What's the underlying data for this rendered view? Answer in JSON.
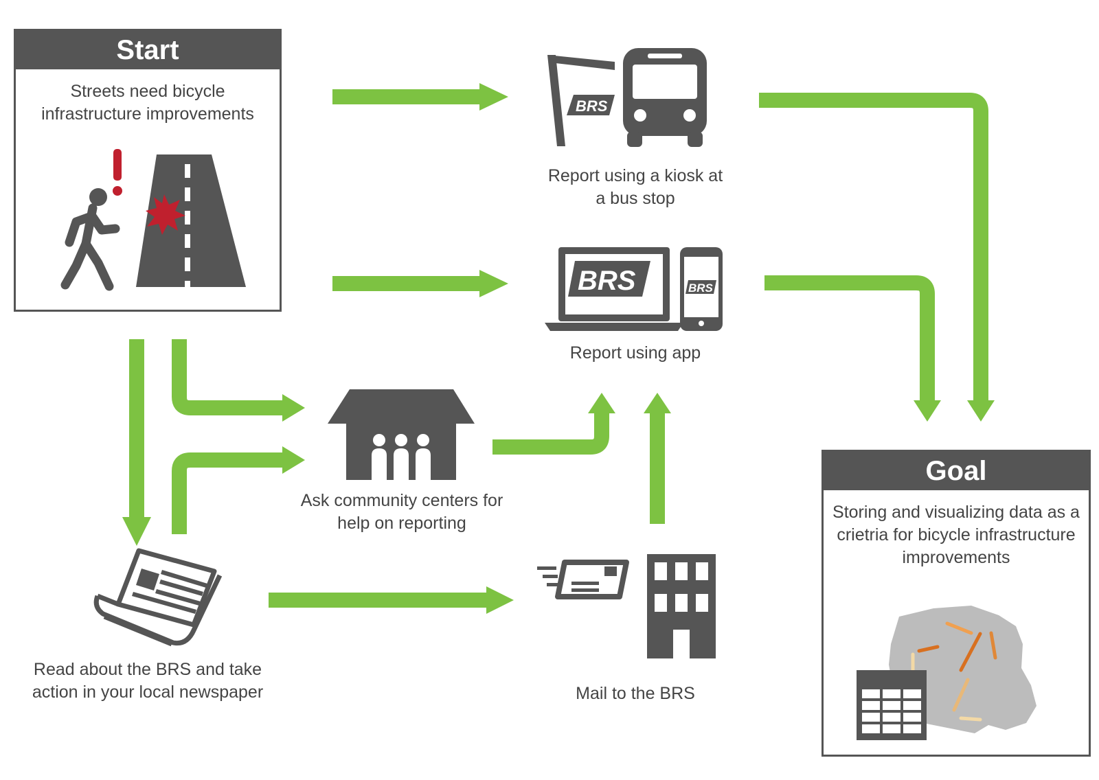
{
  "start": {
    "title": "Start",
    "text": "Streets need bicycle infrastructure improvements"
  },
  "goal": {
    "title": "Goal",
    "text": "Storing and visualizing data as a crietria for bicycle infrastructure improvements"
  },
  "nodes": {
    "kiosk": "Report using a kiosk at a bus stop",
    "app": "Report using app",
    "community": "Ask community centers for help on reporting",
    "newspaper": "Read about the BRS and take action in your local newspaper",
    "mail": "Mail to the BRS"
  },
  "brand": {
    "logo_text": "BRS"
  },
  "colors": {
    "arrow": "#7dc242",
    "icon": "#555555",
    "alert": "#c0202e"
  }
}
